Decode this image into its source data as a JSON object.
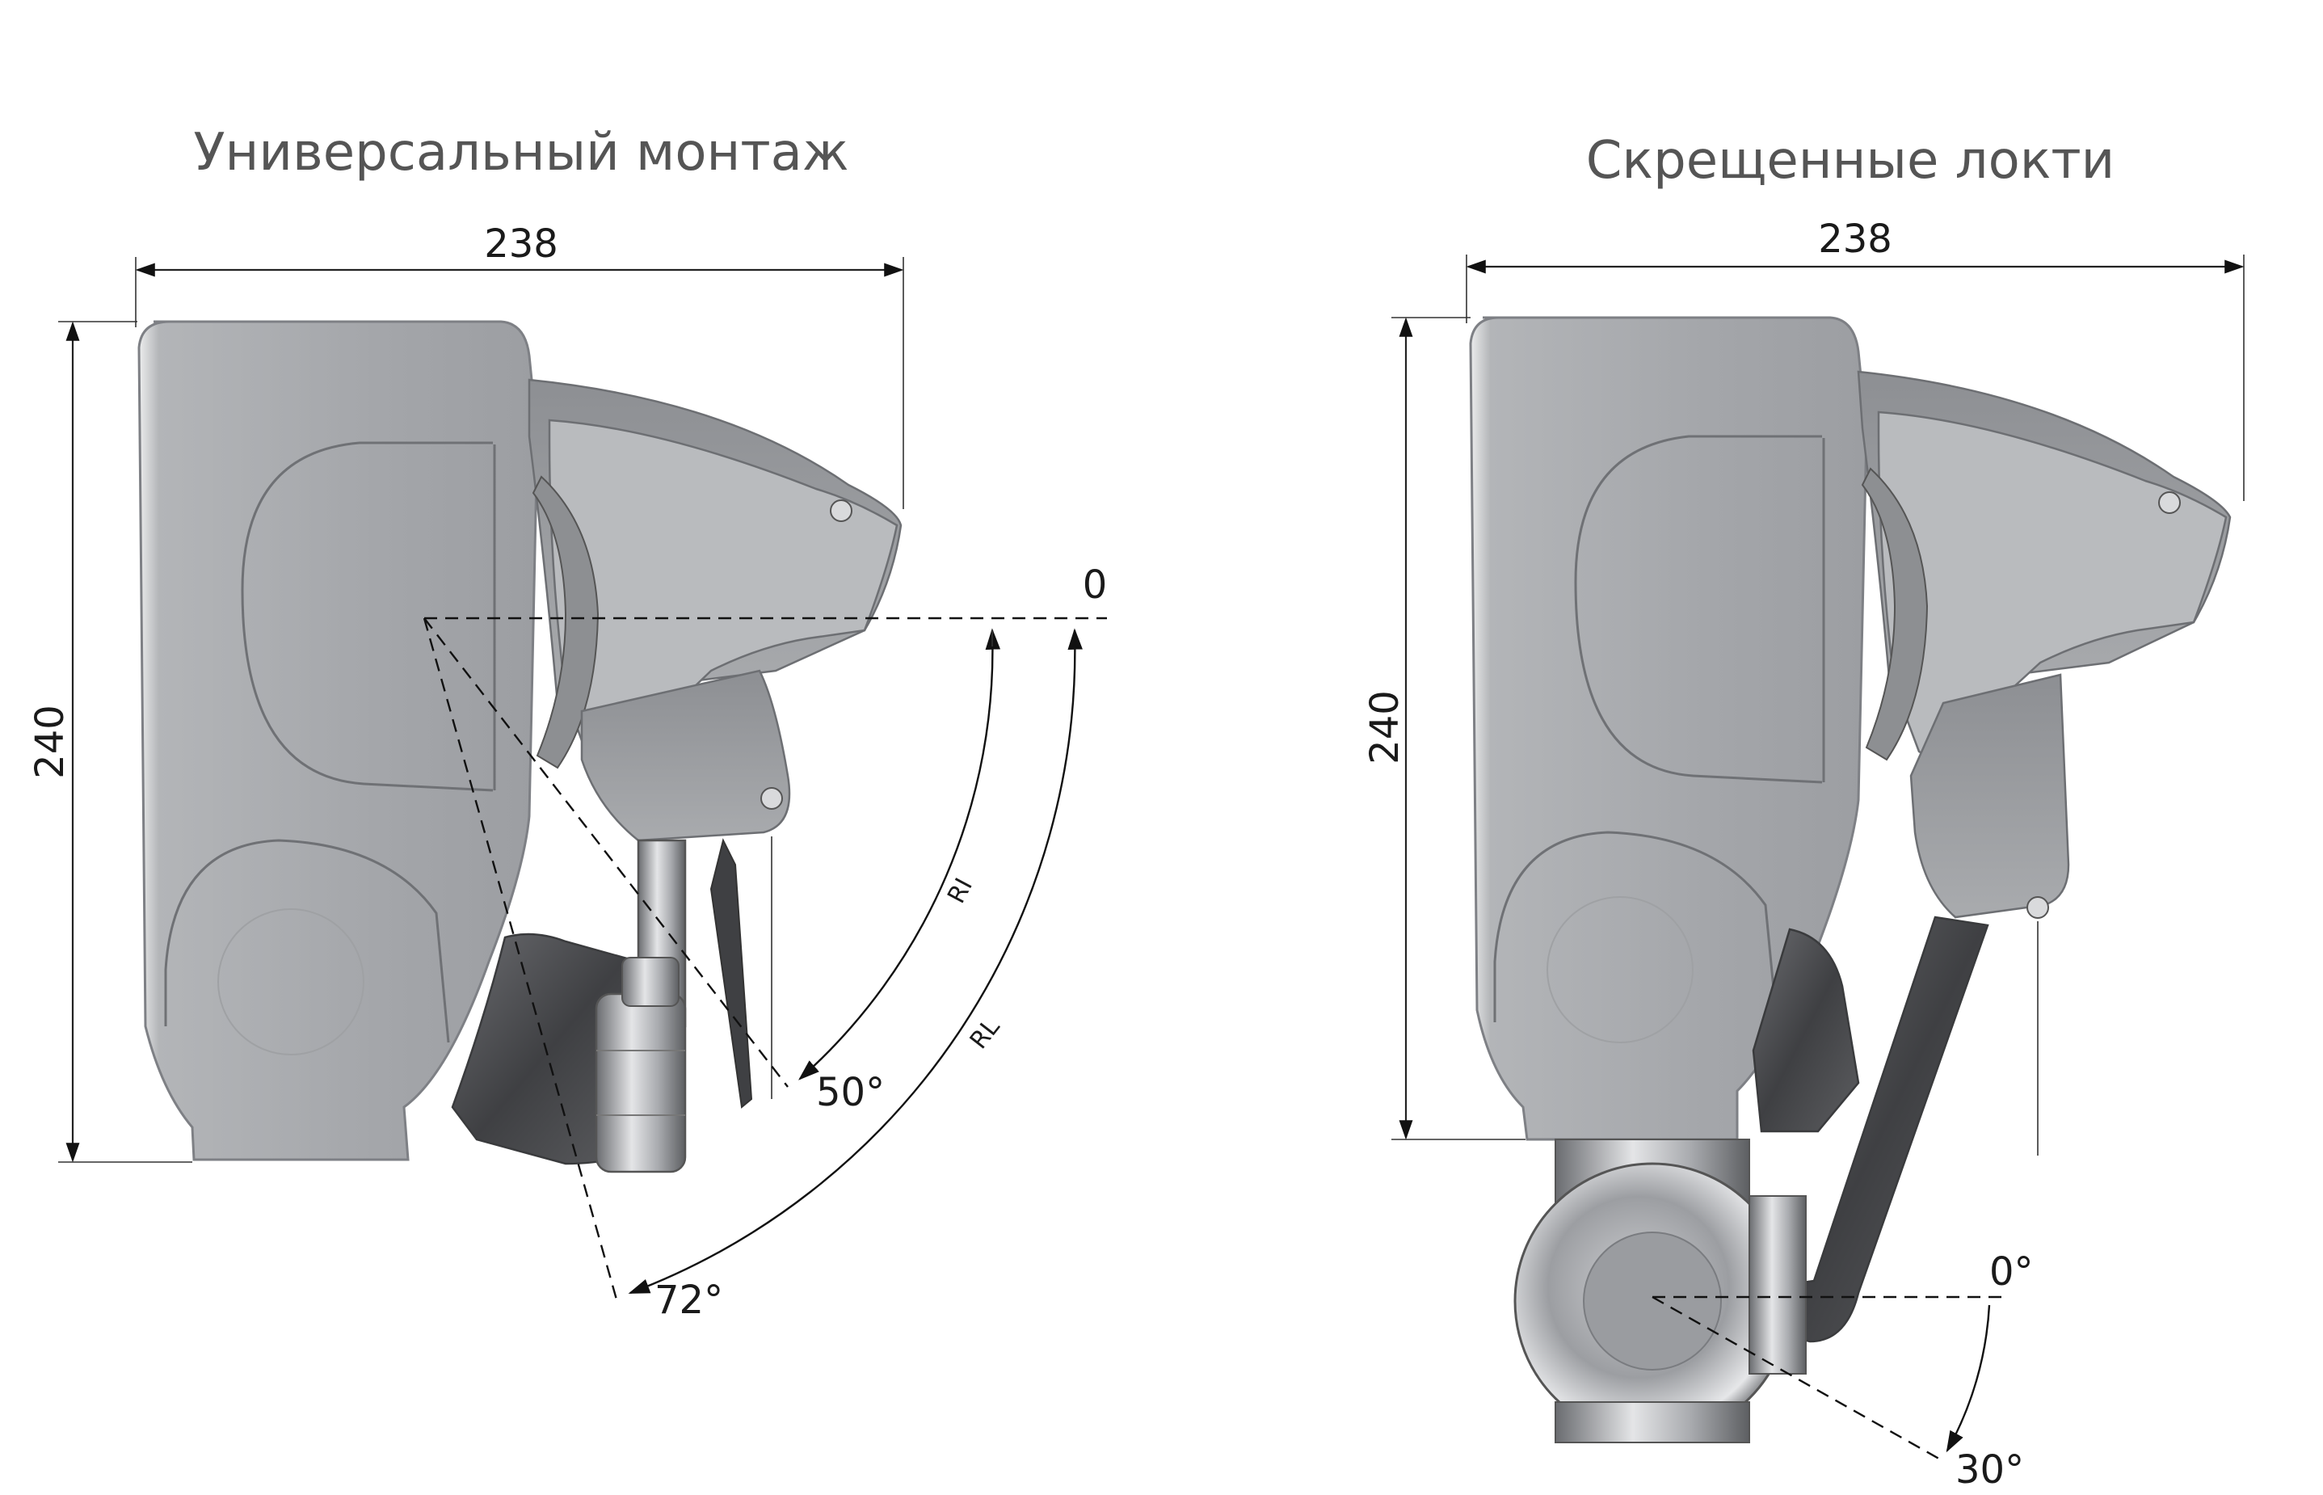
{
  "left_view": {
    "title": "Универсальный монтаж",
    "width_label": "238",
    "height_label": "240",
    "zero_label": "0",
    "radius_inner_label": "RI",
    "radius_outer_label": "RL",
    "angle_inner_label": "50°",
    "angle_outer_label": "72°"
  },
  "right_view": {
    "title": "Скрещенные локти",
    "width_label": "238",
    "height_label": "240",
    "zero_label": "0°",
    "angle_label": "30°"
  },
  "colors": {
    "housing": "#a7a9ad",
    "housing_light": "#c4c6c9",
    "dark_metal": "#4a4b4e",
    "chrome": "#d3d5d8",
    "line": "#1a1a1a"
  }
}
